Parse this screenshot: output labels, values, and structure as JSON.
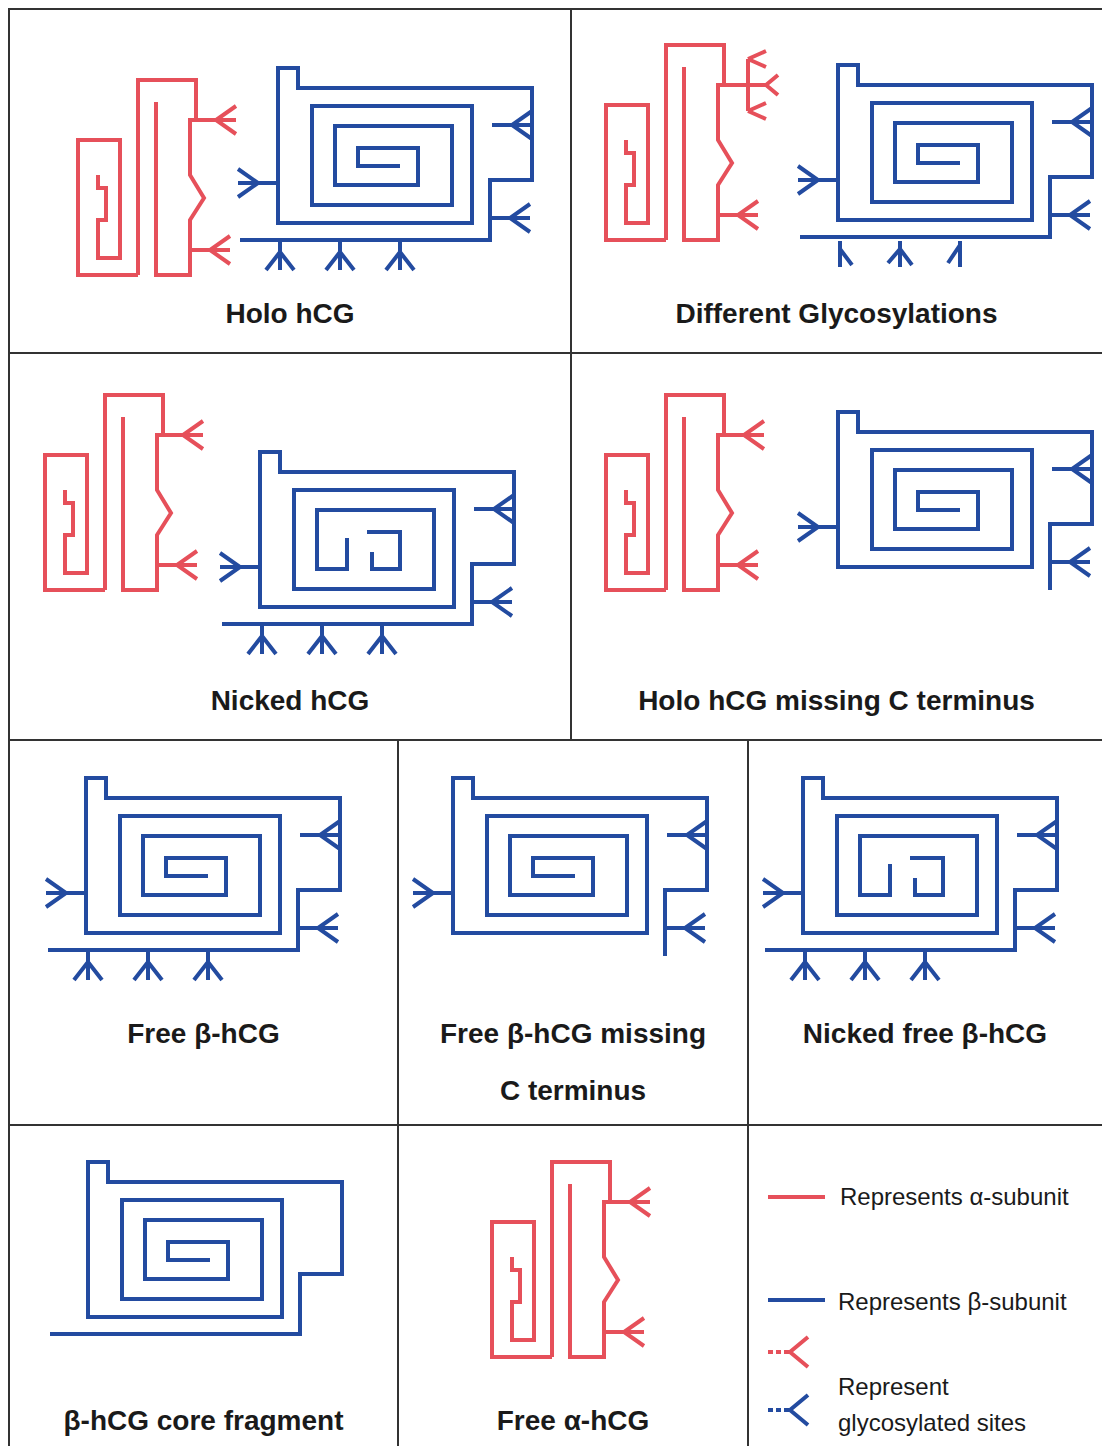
{
  "diagram": {
    "nodes": [
      {
        "text": [
          "Holo hCG"
        ]
      },
      {
        "text": [
          "Different Glycosylations"
        ]
      },
      {
        "text": [
          "Nicked hCG"
        ]
      },
      {
        "text": [
          "Holo hCG missing C terminus"
        ]
      },
      {
        "text": [
          "Free β-hCG"
        ]
      },
      {
        "text": [
          "Free β-hCG missing C terminus"
        ]
      },
      {
        "text": [
          "Nicked free β-hCG"
        ]
      },
      {
        "text": [
          "β-hCG core fragment"
        ]
      },
      {
        "text": [
          "Free α-hCG"
        ]
      }
    ],
    "legend": [
      {
        "text": "Represents α-subunit"
      },
      {
        "text": "Represents β-subunit"
      },
      {
        "text": "Represent glycosylated sites"
      }
    ]
  }
}
